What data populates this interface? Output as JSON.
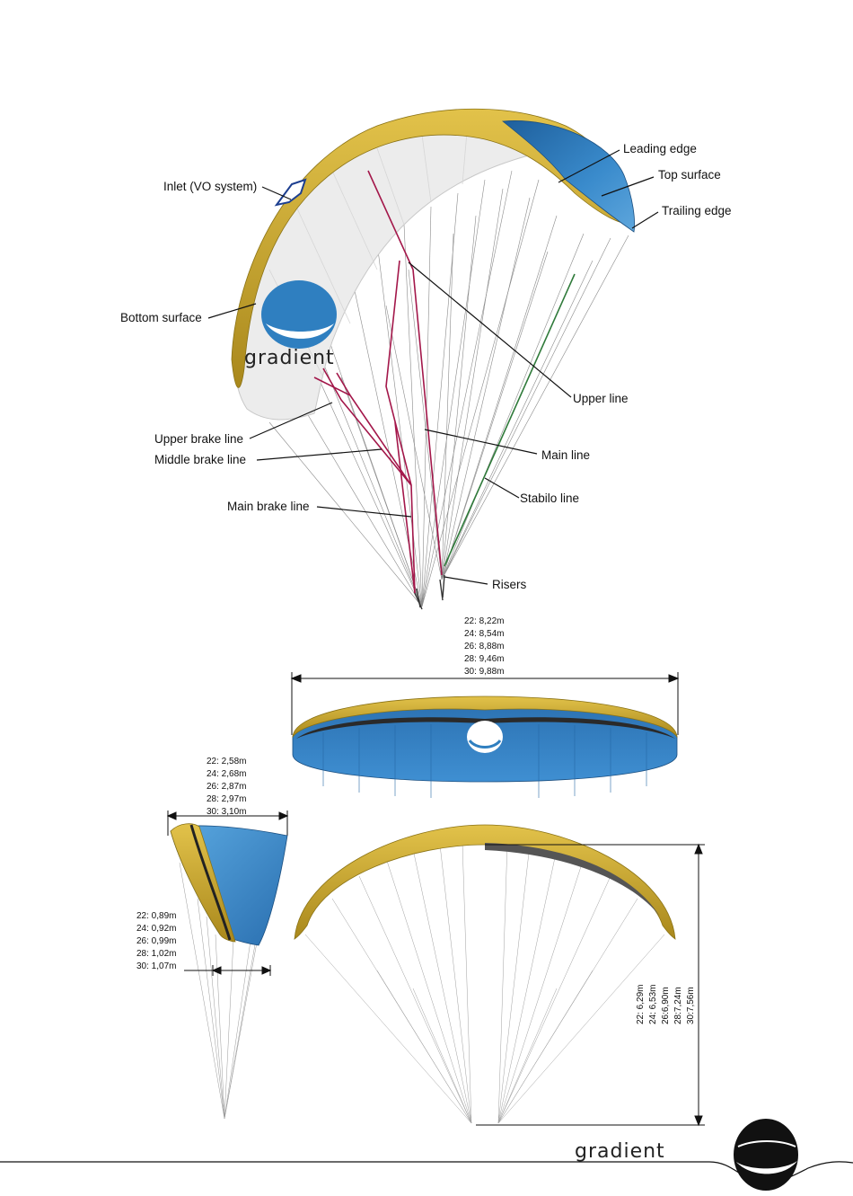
{
  "labels": {
    "leading_edge": "Leading edge",
    "top_surface": "Top surface",
    "trailing_edge": "Trailing edge",
    "inlet": "Inlet (VO system)",
    "bottom_surface": "Bottom surface",
    "upper_line": "Upper line",
    "upper_brake_line": "Upper brake line",
    "middle_brake_line": "Middle brake line",
    "main_line": "Main line",
    "stabilo_line": "Stabilo line",
    "main_brake_line": "Main brake line",
    "risers": "Risers"
  },
  "brand": {
    "name": "gradient"
  },
  "dimensions": {
    "span": [
      "22: 8,22m",
      "24: 8,54m",
      "26: 8,88m",
      "28: 9,46m",
      "30: 9,88m"
    ],
    "side_width": [
      "22: 2,58m",
      "24: 2,68m",
      "26: 2,87m",
      "28: 2,97m",
      "30: 3,10m"
    ],
    "riser_width": [
      "22: 0,89m",
      "24: 0,92m",
      "26: 0,99m",
      "28: 1,02m",
      "30: 1,07m"
    ],
    "height": [
      "22: 6,29m",
      "24: 6,53m",
      "26:6,90m",
      "28:7,24m",
      "30:7,56m"
    ]
  },
  "colors": {
    "leading_edge_yellow": "#c8a62a",
    "top_surface_blue": "#2f7fc0",
    "bottom_surface": "#e9e9e9",
    "brake_line": "#a3174a",
    "stabilo_line": "#2f7a3a"
  }
}
